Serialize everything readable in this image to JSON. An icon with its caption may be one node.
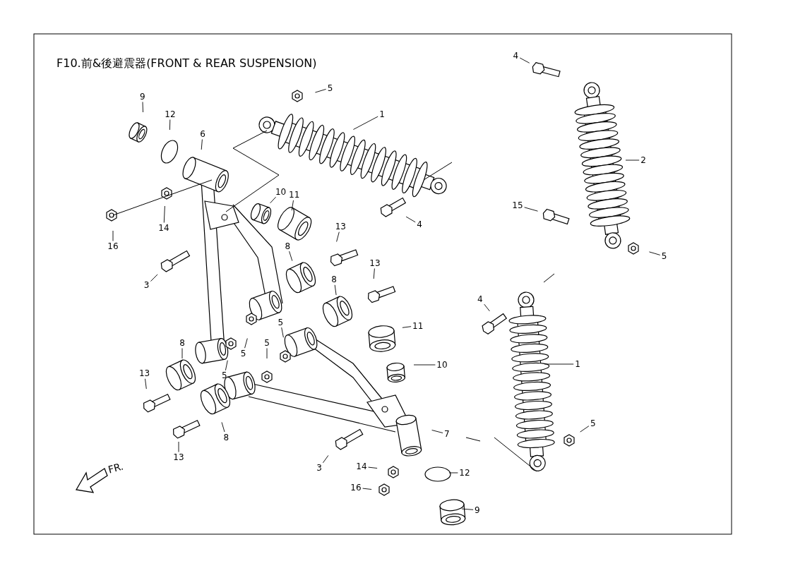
{
  "diagram": {
    "title": "F10.前&後避震器(FRONT & REAR SUSPENSION)",
    "nodes": [
      {
        "text": [
          "5"
        ]
      },
      {
        "text": [
          "1"
        ]
      },
      {
        "text": [
          "9"
        ]
      },
      {
        "text": [
          "12"
        ]
      },
      {
        "text": [
          "6"
        ]
      },
      {
        "text": [
          "4"
        ]
      },
      {
        "text": [
          "2"
        ]
      },
      {
        "text": [
          "15"
        ]
      },
      {
        "text": [
          "5"
        ]
      },
      {
        "text": [
          "10"
        ]
      },
      {
        "text": [
          "11"
        ]
      },
      {
        "text": [
          "14"
        ]
      },
      {
        "text": [
          "16"
        ]
      },
      {
        "text": [
          "3"
        ]
      },
      {
        "text": [
          "13"
        ]
      },
      {
        "text": [
          "13"
        ]
      },
      {
        "text": [
          "8"
        ]
      },
      {
        "text": [
          "8"
        ]
      },
      {
        "text": [
          "4"
        ]
      },
      {
        "text": [
          "5"
        ]
      },
      {
        "text": [
          "5"
        ]
      },
      {
        "text": [
          "5"
        ]
      },
      {
        "text": [
          "5"
        ]
      },
      {
        "text": [
          "11"
        ]
      },
      {
        "text": [
          "10"
        ]
      },
      {
        "text": [
          "1"
        ]
      },
      {
        "text": [
          "4"
        ]
      },
      {
        "text": [
          "8"
        ]
      },
      {
        "text": [
          "13"
        ]
      },
      {
        "text": [
          "8"
        ]
      },
      {
        "text": [
          "13"
        ]
      },
      {
        "text": [
          "7"
        ]
      },
      {
        "text": [
          "5"
        ]
      },
      {
        "text": [
          "3"
        ]
      },
      {
        "text": [
          "14"
        ]
      },
      {
        "text": [
          "12"
        ]
      },
      {
        "text": [
          "16"
        ]
      },
      {
        "text": [
          "9"
        ]
      }
    ],
    "edges": [
      {
        "from": 0,
        "to": null,
        "arrow": "none"
      },
      {
        "from": 1,
        "to": null,
        "arrow": "none"
      },
      {
        "from": 2,
        "to": null,
        "arrow": "none"
      },
      {
        "from": 3,
        "to": null,
        "arrow": "none"
      },
      {
        "from": 4,
        "to": null,
        "arrow": "none"
      },
      {
        "from": 5,
        "to": null,
        "arrow": "none"
      },
      {
        "from": 6,
        "to": null,
        "arrow": "none"
      },
      {
        "from": 7,
        "to": null,
        "arrow": "none"
      },
      {
        "from": 8,
        "to": null,
        "arrow": "none"
      },
      {
        "from": 9,
        "to": null,
        "arrow": "none"
      },
      {
        "from": 10,
        "to": null,
        "arrow": "none"
      },
      {
        "from": 11,
        "to": null,
        "arrow": "none"
      },
      {
        "from": 12,
        "to": null,
        "arrow": "none"
      },
      {
        "from": 13,
        "to": null,
        "arrow": "none"
      },
      {
        "from": 14,
        "to": null,
        "arrow": "none"
      },
      {
        "from": 15,
        "to": null,
        "arrow": "none"
      },
      {
        "from": 16,
        "to": null,
        "arrow": "none"
      },
      {
        "from": 17,
        "to": null,
        "arrow": "none"
      },
      {
        "from": 18,
        "to": null,
        "arrow": "none"
      },
      {
        "from": 19,
        "to": null,
        "arrow": "none"
      },
      {
        "from": 20,
        "to": null,
        "arrow": "none"
      },
      {
        "from": 21,
        "to": null,
        "arrow": "none"
      },
      {
        "from": 22,
        "to": null,
        "arrow": "none"
      },
      {
        "from": 23,
        "to": null,
        "arrow": "none"
      },
      {
        "from": 24,
        "to": null,
        "arrow": "none"
      },
      {
        "from": 25,
        "to": null,
        "arrow": "none"
      },
      {
        "from": 26,
        "to": null,
        "arrow": "none"
      },
      {
        "from": 27,
        "to": null,
        "arrow": "none"
      },
      {
        "from": 28,
        "to": null,
        "arrow": "none"
      },
      {
        "from": 29,
        "to": null,
        "arrow": "none"
      },
      {
        "from": 30,
        "to": null,
        "arrow": "none"
      },
      {
        "from": 31,
        "to": null,
        "arrow": "none"
      },
      {
        "from": 32,
        "to": null,
        "arrow": "none"
      },
      {
        "from": 33,
        "to": null,
        "arrow": "none"
      },
      {
        "from": 34,
        "to": null,
        "arrow": "none"
      },
      {
        "from": 35,
        "to": null,
        "arrow": "none"
      },
      {
        "from": 36,
        "to": null,
        "arrow": "none"
      },
      {
        "from": 37,
        "to": null,
        "arrow": "none"
      }
    ],
    "labels": [
      "FR."
    ]
  }
}
